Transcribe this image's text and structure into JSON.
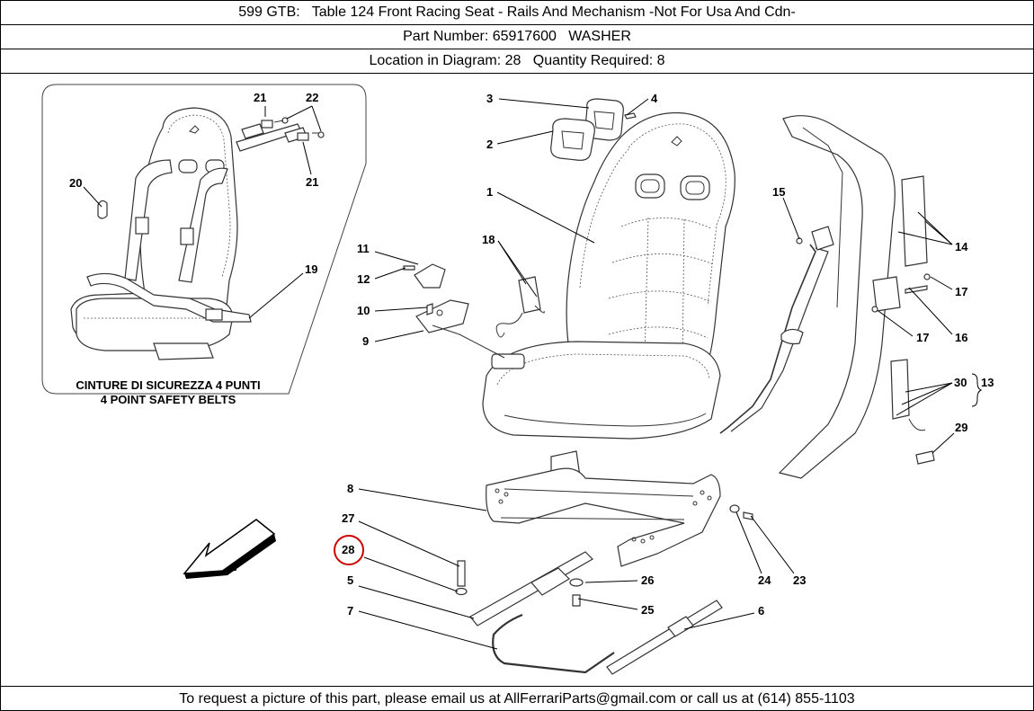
{
  "header": {
    "title": "599 GTB:   Table 124 Front Racing Seat - Rails And Mechanism -Not For Usa And Cdn-",
    "part_line": "Part Number: 65917600   WASHER",
    "location_line": "Location in Diagram: 28   Quantity Required: 8"
  },
  "inset": {
    "caption_line1": "CINTURE DI SICUREZZA 4 PUNTI",
    "caption_line2": "4 POINT SAFETY BELTS"
  },
  "callouts": {
    "c1": "1",
    "c2": "2",
    "c3": "3",
    "c4": "4",
    "c5": "5",
    "c6": "6",
    "c7": "7",
    "c8": "8",
    "c9": "9",
    "c10": "10",
    "c11": "11",
    "c12": "12",
    "c13": "13",
    "c14": "14",
    "c15": "15",
    "c16": "16",
    "c17a": "17",
    "c17b": "17",
    "c18": "18",
    "c19": "19",
    "c20": "20",
    "c21a": "21",
    "c21b": "21",
    "c22": "22",
    "c23": "23",
    "c24": "24",
    "c25": "25",
    "c26": "26",
    "c27": "27",
    "c28": "28",
    "c29": "29",
    "c30": "30"
  },
  "highlight": {
    "callout": "28",
    "color": "#cc0000"
  },
  "footer": {
    "text": "To request a picture of this part, please email us at AllFerrariParts@gmail.com or call us at (614) 855-1103"
  }
}
